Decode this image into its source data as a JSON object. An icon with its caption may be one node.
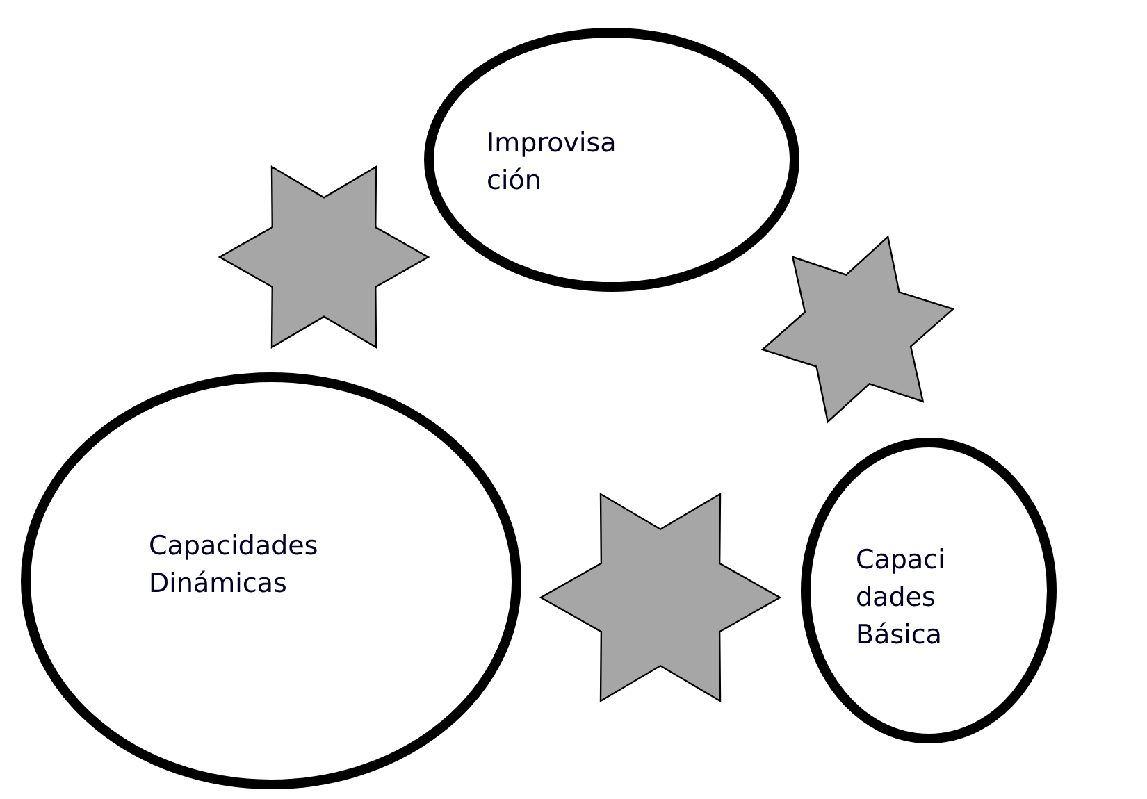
{
  "diagram": {
    "nodes": [
      {
        "text": [
          "Improvisa ción"
        ]
      },
      {
        "text": [],
        "shape": "star"
      },
      {
        "text": [],
        "shape": "star"
      },
      {
        "text": [
          "Capacidades Dinámicas"
        ]
      },
      {
        "text": [],
        "shape": "star"
      },
      {
        "text": [
          "Capaci dades Básica"
        ]
      }
    ]
  }
}
